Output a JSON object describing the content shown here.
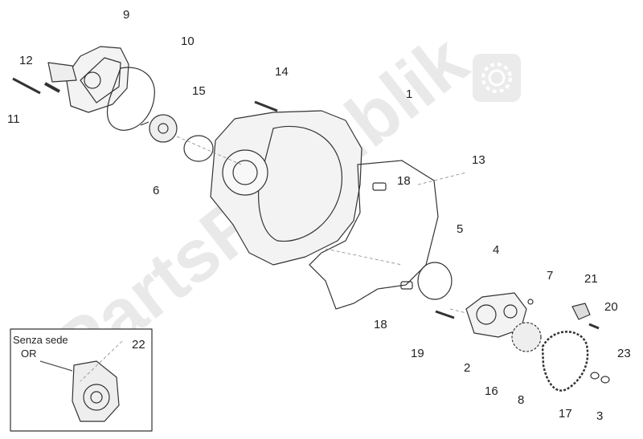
{
  "callouts": {
    "c1": "1",
    "c2": "2",
    "c3": "3",
    "c4": "4",
    "c5": "5",
    "c6": "6",
    "c7": "7",
    "c8": "8",
    "c9": "9",
    "c10": "10",
    "c11": "11",
    "c12": "12",
    "c13": "13",
    "c14": "14",
    "c15": "15",
    "c16": "16",
    "c17": "17",
    "c18a": "18",
    "c18b": "18",
    "c19": "19",
    "c20": "20",
    "c21": "21",
    "c22": "22",
    "c23": "23"
  },
  "inset": {
    "line1": "Senza sede",
    "line2": "OR"
  },
  "watermark": "PartsRepublik",
  "colors": {
    "line": "#333333",
    "part_fill": "#f3f3f3",
    "dark": "#555555",
    "watermark": "#cfcfcf"
  }
}
